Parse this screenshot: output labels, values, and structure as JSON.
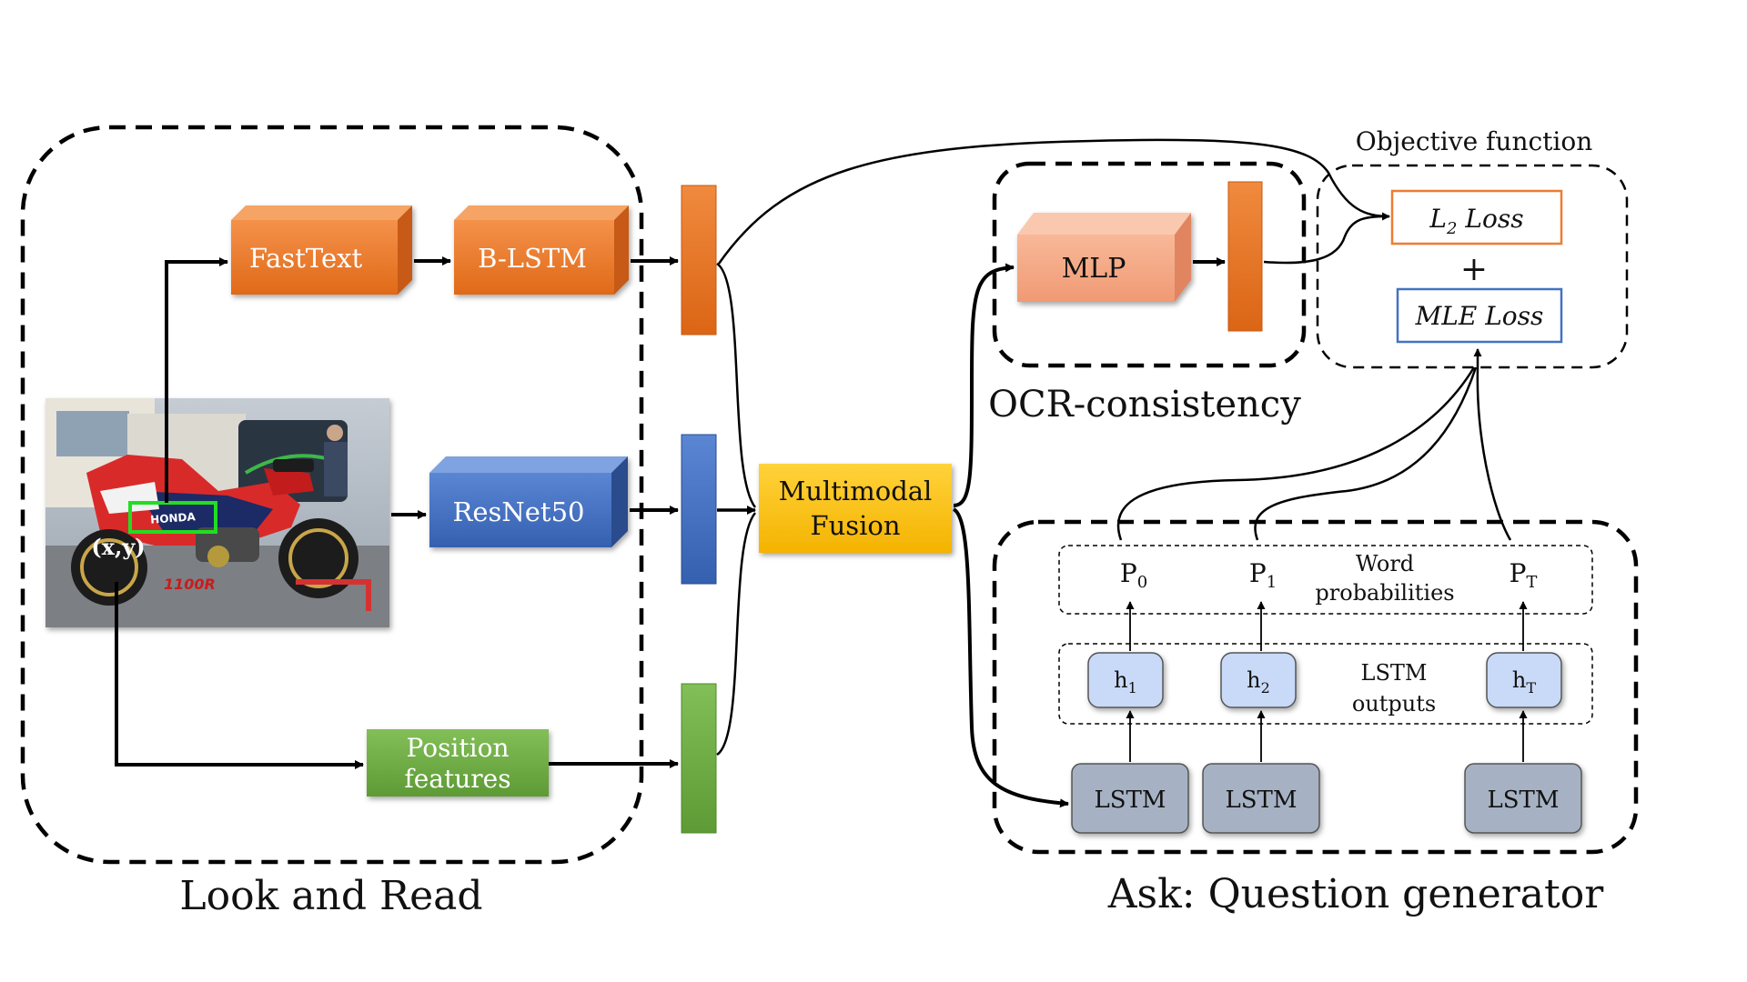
{
  "sections": {
    "look_and_read": "Look and Read",
    "ocr_consistency": "OCR-consistency",
    "ask": "Ask: Question generator",
    "objective": "Objective function"
  },
  "modules": {
    "fasttext": "FastText",
    "blstm": "B-LSTM",
    "resnet": "ResNet50",
    "position_line1": "Position",
    "position_line2": "features",
    "fusion_line1": "Multimodal",
    "fusion_line2": "Fusion",
    "mlp": "MLP"
  },
  "image": {
    "coord_label": "(x,y)",
    "sign_text": "HONDA"
  },
  "losses": {
    "l2_prefix": "L",
    "l2_sub": "2",
    "l2_suffix": " Loss",
    "plus": "+",
    "mle": "MLE Loss"
  },
  "generator": {
    "probs": [
      {
        "base": "P",
        "sub": "0"
      },
      {
        "base": "P",
        "sub": "1"
      },
      {
        "base": "P",
        "sub": "T"
      }
    ],
    "probs_label_line1": "Word",
    "probs_label_line2": "probabilities",
    "hidden": [
      {
        "base": "h",
        "sub": "1"
      },
      {
        "base": "h",
        "sub": "2"
      },
      {
        "base": "h",
        "sub": "T"
      }
    ],
    "outputs_label_line1": "LSTM",
    "outputs_label_line2": "outputs",
    "lstm_cells": [
      "LSTM",
      "LSTM",
      "LSTM"
    ]
  },
  "colors": {
    "orange": "#ED7D31",
    "blue": "#4472C4",
    "green": "#70AD47",
    "yellow": "#FFC000",
    "salmon": "#F4A582",
    "hidden_fill": "#C9DAF8",
    "lstm_fill": "#A6B2C4"
  }
}
